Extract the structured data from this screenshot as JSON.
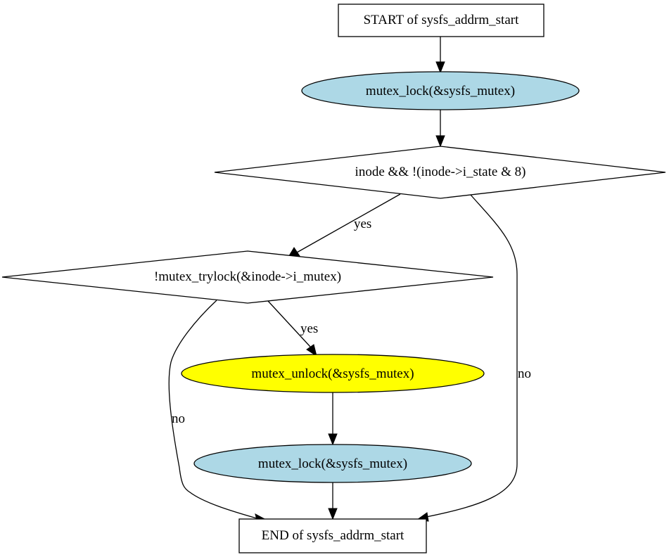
{
  "diagram": {
    "type": "flowchart",
    "nodes": {
      "start": {
        "label": "START of sysfs_addrm_start",
        "shape": "box",
        "fill": "#ffffff"
      },
      "lock1": {
        "label": "mutex_lock(&sysfs_mutex)",
        "shape": "ellipse",
        "fill": "#add8e6"
      },
      "cond1": {
        "label": "inode && !(inode->i_state & 8)",
        "shape": "diamond",
        "fill": "#ffffff"
      },
      "cond2": {
        "label": "!mutex_trylock(&inode->i_mutex)",
        "shape": "diamond",
        "fill": "#ffffff"
      },
      "unlock": {
        "label": "mutex_unlock(&sysfs_mutex)",
        "shape": "ellipse",
        "fill": "#ffff00"
      },
      "lock2": {
        "label": "mutex_lock(&sysfs_mutex)",
        "shape": "ellipse",
        "fill": "#add8e6"
      },
      "end": {
        "label": "END of sysfs_addrm_start",
        "shape": "box",
        "fill": "#ffffff"
      }
    },
    "edges": [
      {
        "from": "start",
        "to": "lock1",
        "label": ""
      },
      {
        "from": "lock1",
        "to": "cond1",
        "label": ""
      },
      {
        "from": "cond1",
        "to": "cond2",
        "label": "yes"
      },
      {
        "from": "cond1",
        "to": "end",
        "label": "no"
      },
      {
        "from": "cond2",
        "to": "unlock",
        "label": "yes"
      },
      {
        "from": "cond2",
        "to": "end",
        "label": "no"
      },
      {
        "from": "unlock",
        "to": "lock2",
        "label": ""
      },
      {
        "from": "lock2",
        "to": "end",
        "label": ""
      }
    ]
  }
}
